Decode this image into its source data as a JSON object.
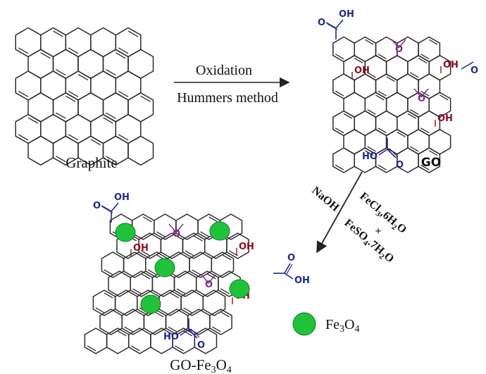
{
  "labels": {
    "graphite": "Graphite",
    "go": "GO",
    "go_fe3o4_prefix": "GO-Fe",
    "go_fe3o4_sub1": "3",
    "go_fe3o4_mid": "O",
    "go_fe3o4_sub2": "4"
  },
  "arrow_top": {
    "line1": "Oxidation",
    "line2": "Hummers method"
  },
  "arrow_diag": {
    "left_reagent": "NaOH",
    "r1_a": "FeCl",
    "r1_b": "3",
    "r1_c": ",6H",
    "r1_d": "2",
    "r1_e": "O",
    "plus": "+",
    "r2_a": "FeSO",
    "r2_b": "4",
    "r2_c": ".7H",
    "r2_d": "2",
    "r2_e": "O"
  },
  "legend": {
    "fe_a": "Fe",
    "fe_b": "3",
    "fe_c": "O",
    "fe_d": "4"
  },
  "groups": {
    "oh": "OH",
    "o": "O",
    "ho": "HO"
  },
  "colors": {
    "bond": "#2b2b2b",
    "carboxyl_blue": "#1e2a8c",
    "hydroxyl_red": "#8a1020",
    "epoxy_purple": "#7a2a8a",
    "particle_green": "#1fc23a",
    "particle_stroke": "#0f7a22"
  }
}
